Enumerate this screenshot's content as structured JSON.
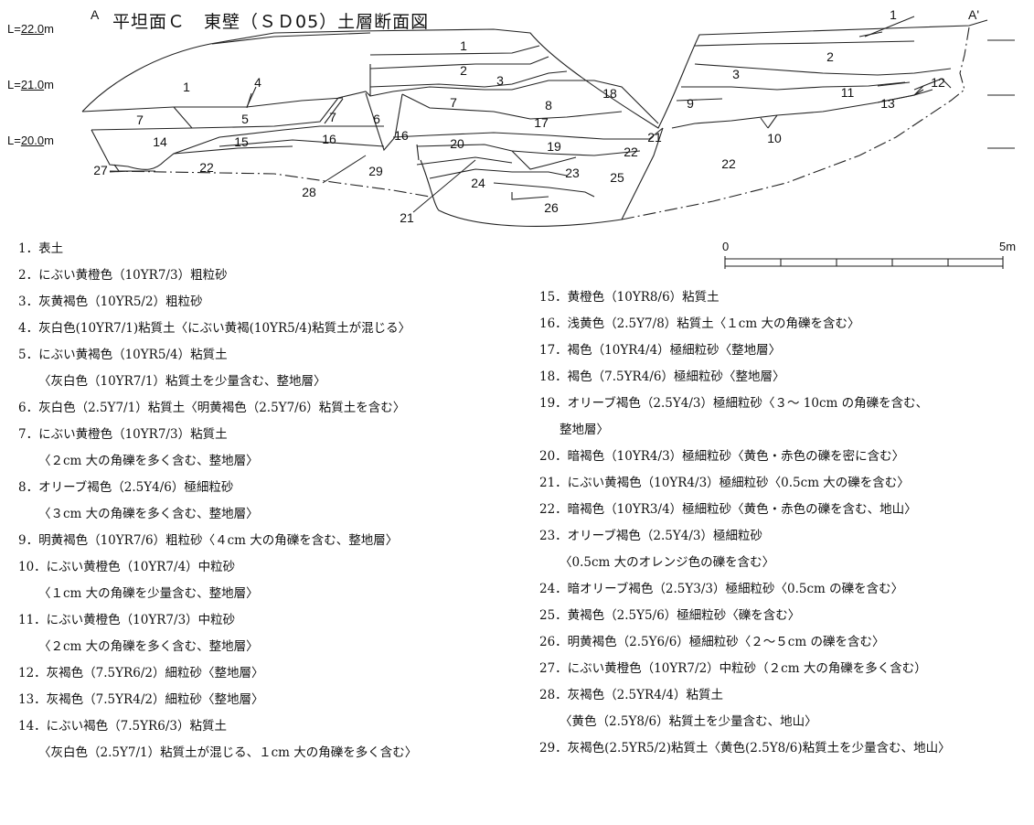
{
  "title": "平坦面Ｃ　東壁（ＳＤ05）土層断面図",
  "point_a": "A",
  "point_a2": "A'",
  "levels": [
    {
      "prefix": "L=",
      "value": "22.0",
      "unit": "m"
    },
    {
      "prefix": "L=",
      "value": "21.0",
      "unit": "m"
    },
    {
      "prefix": "L=",
      "value": "20.0",
      "unit": "m"
    }
  ],
  "scale": {
    "start": "0",
    "end": "5m"
  },
  "section_numbers": [
    "1",
    "1",
    "1",
    "2",
    "2",
    "3",
    "3",
    "4",
    "5",
    "6",
    "7",
    "7",
    "7",
    "8",
    "9",
    "10",
    "11",
    "12",
    "13",
    "14",
    "15",
    "16",
    "16",
    "17",
    "18",
    "19",
    "20",
    "21",
    "21",
    "22",
    "22",
    "22",
    "23",
    "24",
    "25",
    "26",
    "27",
    "28",
    "29"
  ],
  "legend_left": [
    "1．表土",
    "2．にぶい黄橙色（10YR7/3）粗粒砂",
    "3．灰黄褐色（10YR5/2）粗粒砂",
    "4．灰白色(10YR7/1)粘質土〈にぶい黄褐(10YR5/4)粘質土が混じる〉",
    "5．にぶい黄褐色（10YR5/4）粘質土",
    "〈灰白色（10YR7/1）粘質土を少量含む、整地層〉",
    "6．灰白色（2.5Y7/1）粘質土〈明黄褐色（2.5Y7/6）粘質土を含む〉",
    "7．にぶい黄橙色（10YR7/3）粘質土",
    "〈２cm 大の角礫を多く含む、整地層〉",
    "8．オリーブ褐色（2.5Y4/6）極細粒砂",
    "〈３cm 大の角礫を多く含む、整地層〉",
    "9．明黄褐色（10YR7/6）粗粒砂〈４cm 大の角礫を含む、整地層〉",
    "10．にぶい黄橙色（10YR7/4）中粒砂",
    "〈１cm 大の角礫を少量含む、整地層〉",
    "11．にぶい黄橙色（10YR7/3）中粒砂",
    "〈２cm 大の角礫を多く含む、整地層〉",
    "12．灰褐色（7.5YR6/2）細粒砂〈整地層〉",
    "13．灰褐色（7.5YR4/2）細粒砂〈整地層〉",
    "14．にぶい褐色（7.5YR6/3）粘質土",
    "〈灰白色（2.5Y7/1）粘質土が混じる、１cm 大の角礫を多く含む〉"
  ],
  "legend_right": [
    "15．黄橙色（10YR8/6）粘質土",
    "16．浅黄色（2.5Y7/8）粘質土〈１cm 大の角礫を含む〉",
    "17．褐色（10YR4/4）極細粒砂〈整地層〉",
    "18．褐色（7.5YR4/6）極細粒砂〈整地層〉",
    "19．オリーブ褐色（2.5Y4/3）極細粒砂〈３～ 10cm の角礫を含む、",
    "整地層〉",
    "20．暗褐色（10YR4/3）極細粒砂〈黄色・赤色の礫を密に含む〉",
    "21．にぶい黄褐色（10YR4/3）極細粒砂〈0.5cm 大の礫を含む〉",
    "22．暗褐色（10YR3/4）極細粒砂〈黄色・赤色の礫を含む、地山〉",
    "23．オリーブ褐色（2.5Y4/3）極細粒砂",
    "〈0.5cm 大のオレンジ色の礫を含む〉",
    "24．暗オリーブ褐色（2.5Y3/3）極細粒砂〈0.5cm の礫を含む〉",
    "25．黄褐色（2.5Y5/6）極細粒砂〈礫を含む〉",
    "26．明黄褐色（2.5Y6/6）極細粒砂〈２～５cm の礫を含む〉",
    "27．にぶい黄橙色（10YR7/2）中粒砂（２cm 大の角礫を多く含む）",
    "28．灰褐色（2.5YR4/4）粘質土",
    "〈黄色（2.5Y8/6）粘質土を少量含む、地山〉",
    "29．灰褐色(2.5YR5/2)粘質土〈黄色(2.5Y8/6)粘質土を少量含む、地山〉"
  ]
}
